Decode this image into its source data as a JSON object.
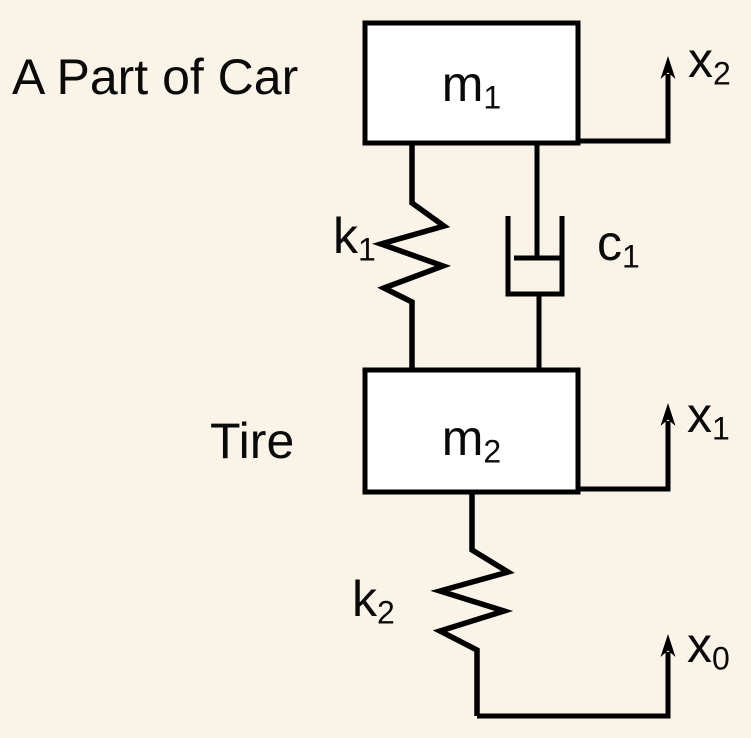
{
  "colors": {
    "background": "#faf3e7",
    "line": "#000000",
    "box_fill": "#ffffff",
    "text": "#0a0a0a"
  },
  "annotations": {
    "car": "A Part of Car",
    "tire": "Tire"
  },
  "components": {
    "mass1": {
      "base": "m",
      "sub": "1"
    },
    "mass2": {
      "base": "m",
      "sub": "2"
    },
    "spring1": {
      "base": "k",
      "sub": "1"
    },
    "damper1": {
      "base": "c",
      "sub": "1"
    },
    "spring2": {
      "base": "k",
      "sub": "2"
    },
    "disp_x2": {
      "base": "x",
      "sub": "2"
    },
    "disp_x1": {
      "base": "x",
      "sub": "1"
    },
    "disp_x0": {
      "base": "x",
      "sub": "0"
    }
  }
}
